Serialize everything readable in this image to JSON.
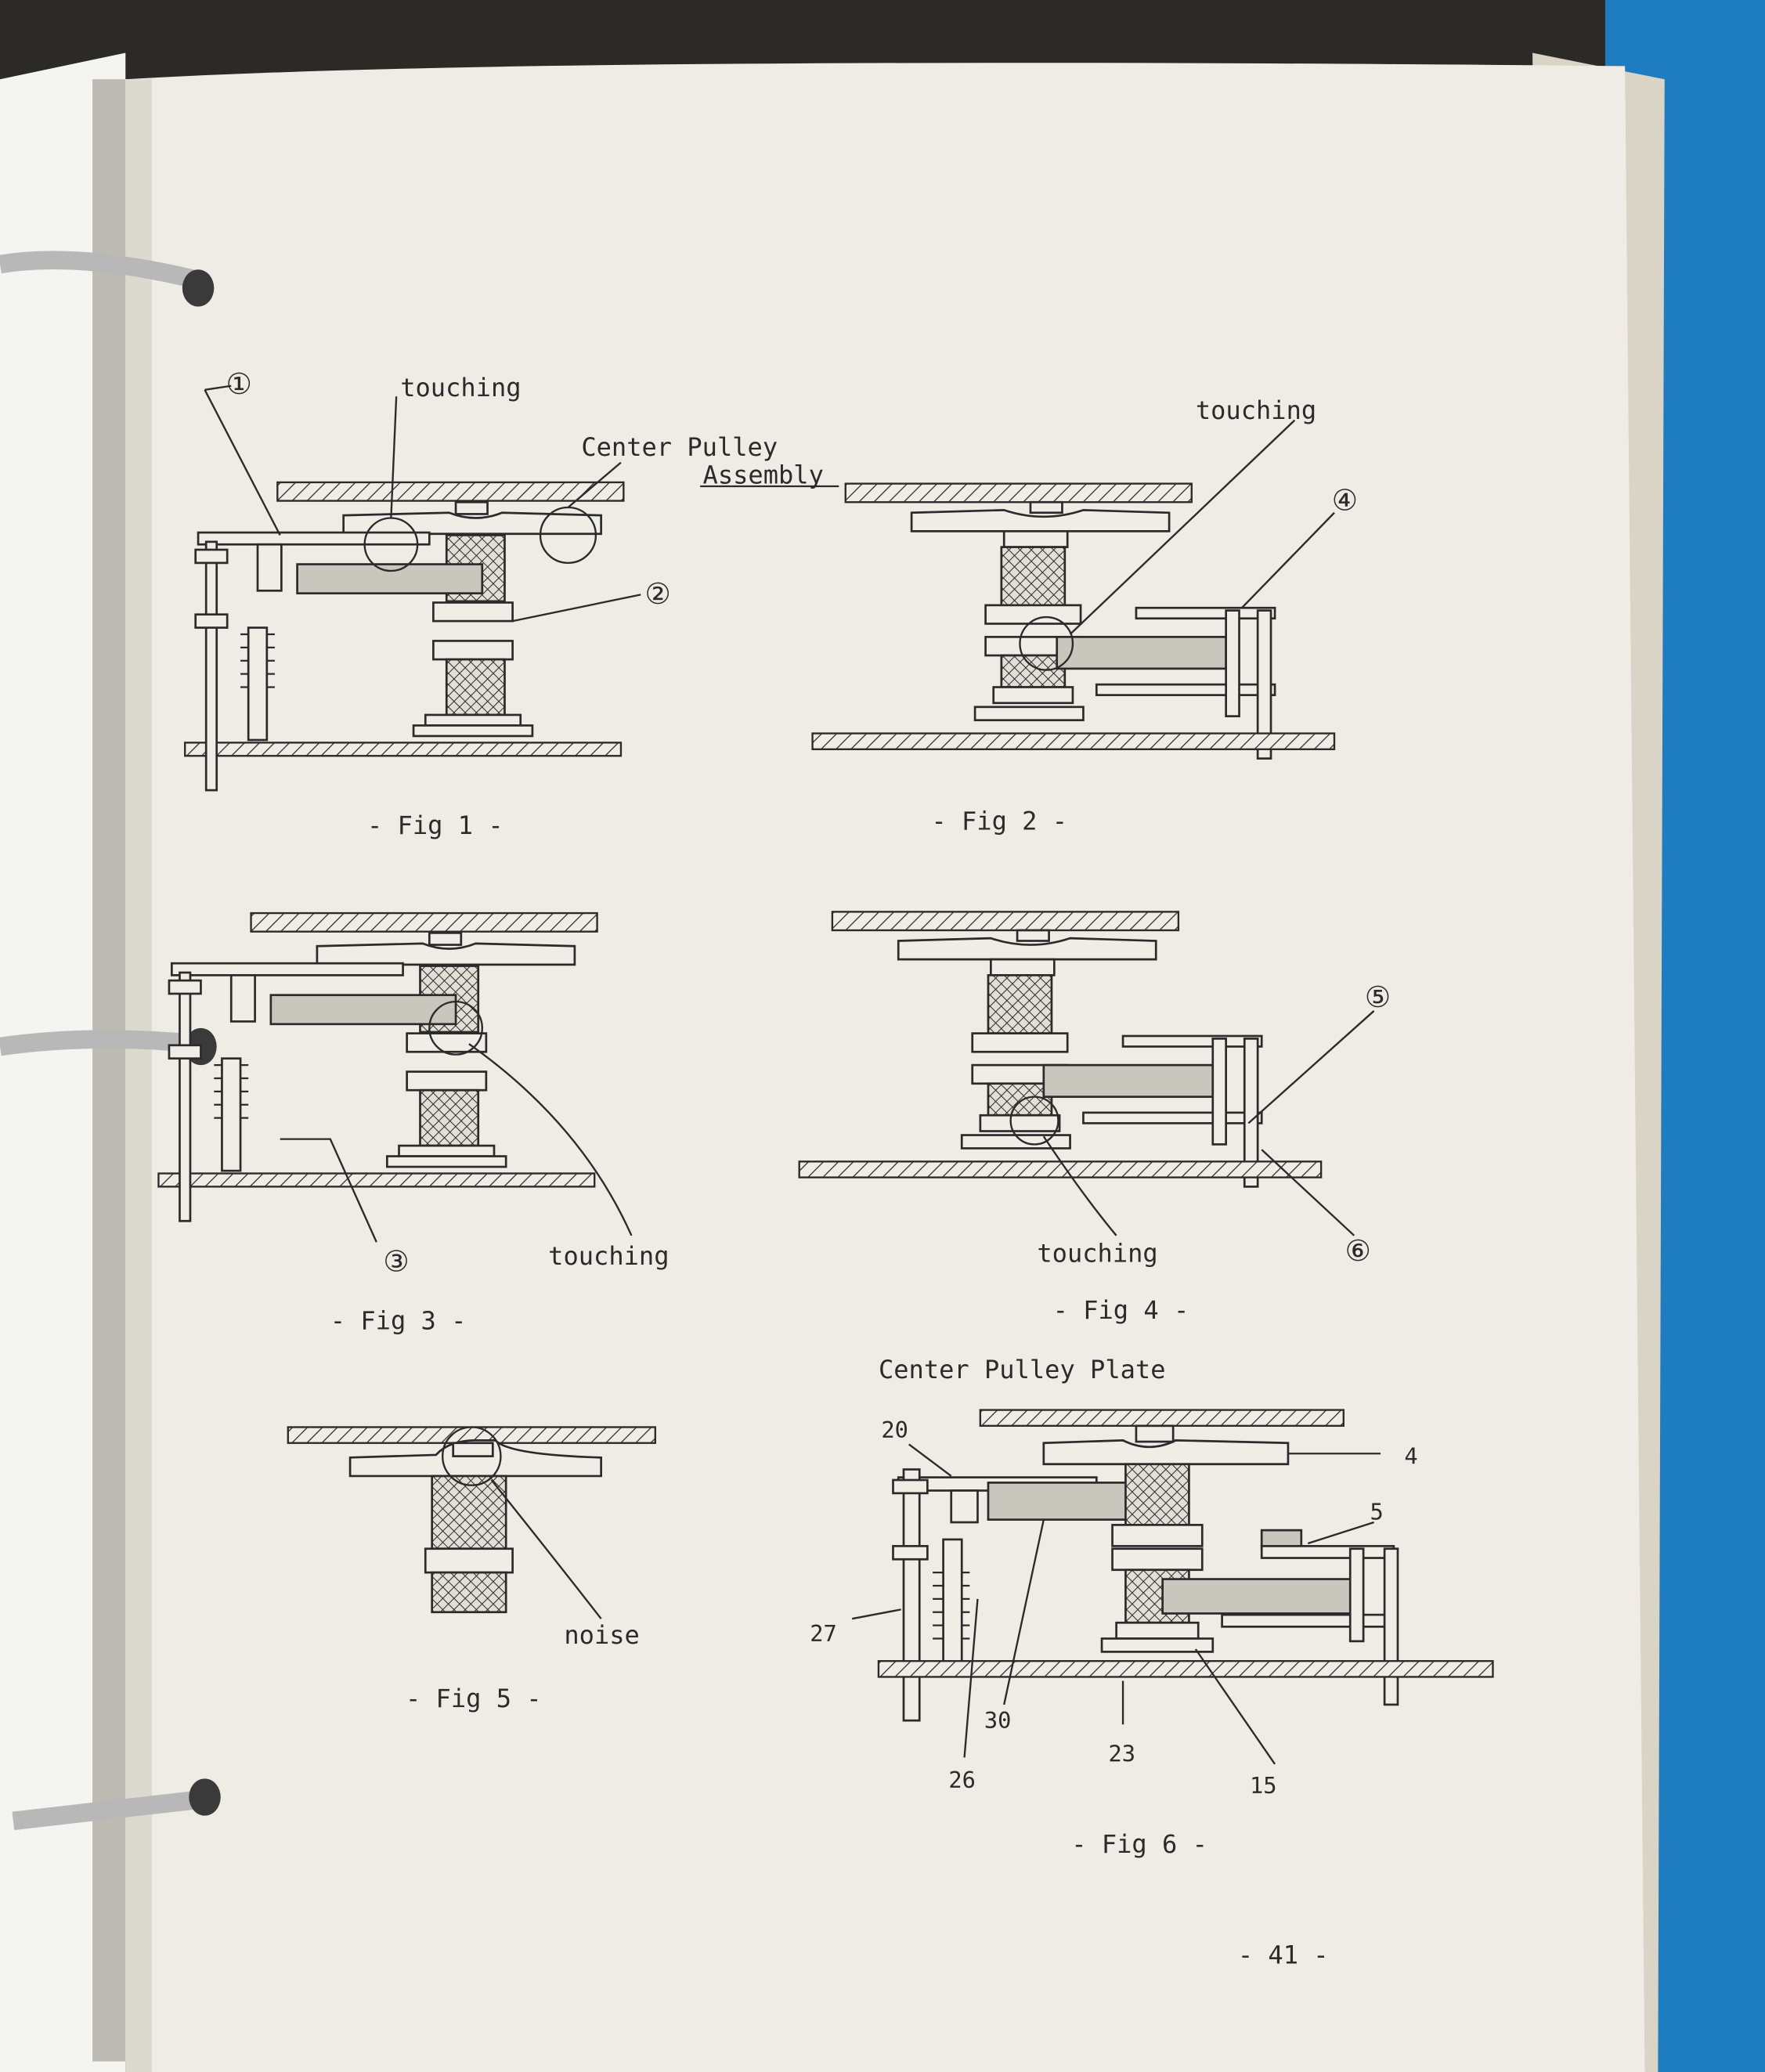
{
  "page": {
    "number": "- 41 -",
    "colors": {
      "paper": "#eeece4",
      "binder": "#1e7cc0",
      "ink": "#2b2b2b"
    }
  },
  "fig1": {
    "caption": "- Fig 1 -",
    "touching": "touching",
    "assembly_line1": "Center Pulley",
    "assembly_line2": "Assembly",
    "marker1": "①",
    "marker2": "②"
  },
  "fig2": {
    "caption": "- Fig 2 -",
    "touching": "touching",
    "marker4": "④"
  },
  "fig3": {
    "caption": "- Fig 3 -",
    "touching": "touching",
    "marker3": "③"
  },
  "fig4": {
    "caption": "- Fig 4 -",
    "touching": "touching",
    "marker5": "⑤",
    "marker6": "⑥"
  },
  "fig5": {
    "caption": "- Fig 5 -",
    "noise": "noise"
  },
  "fig6": {
    "caption": "- Fig 6 -",
    "title": "Center Pulley Plate",
    "parts": {
      "p20": "20",
      "p4": "4",
      "p5": "5",
      "p27": "27",
      "p30": "30",
      "p26": "26",
      "p23": "23",
      "p15": "15"
    }
  }
}
